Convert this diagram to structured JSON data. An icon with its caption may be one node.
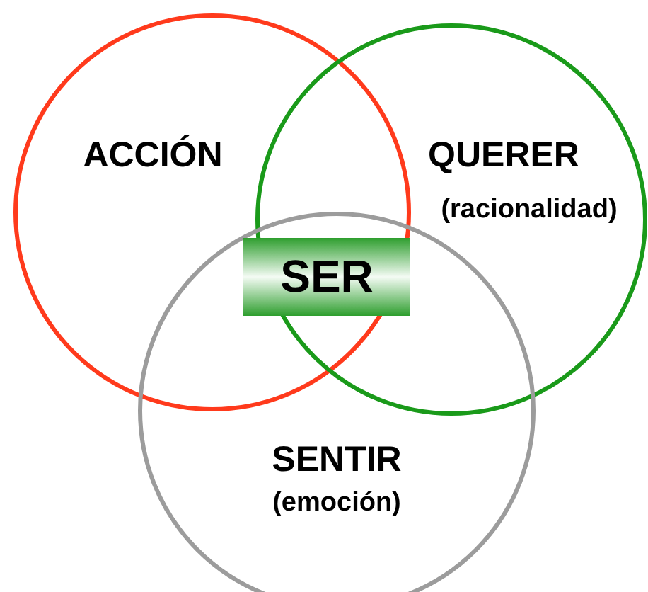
{
  "diagram": {
    "nodes": [
      {
        "text": [
          "ACCIÓN"
        ]
      },
      {
        "text": [
          "QUERER",
          "(racionalidad)"
        ]
      },
      {
        "text": [
          "SENTIR",
          "(emoción)"
        ]
      },
      {
        "text": [
          "SER"
        ]
      }
    ]
  }
}
